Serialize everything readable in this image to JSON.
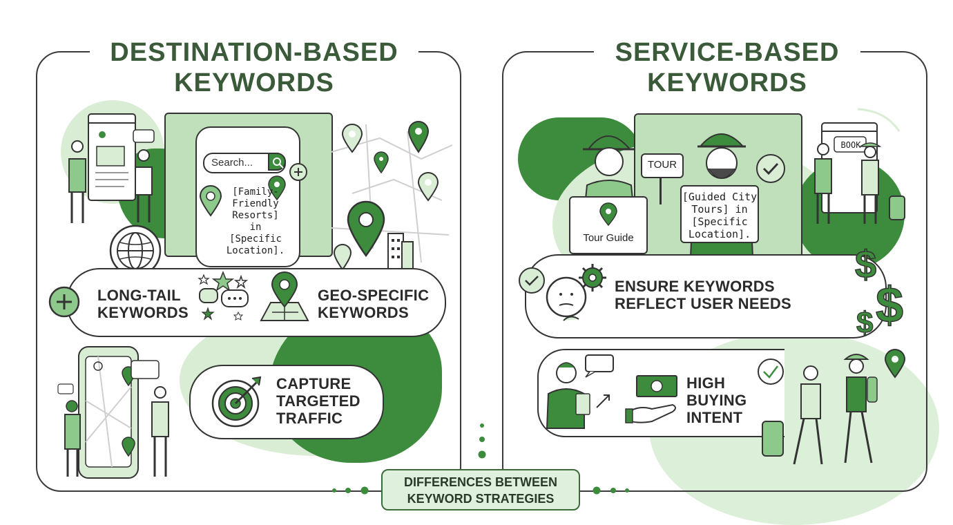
{
  "left_panel": {
    "title_line1": "DESTINATION-BASED",
    "title_line2": "KEYWORDS",
    "search_placeholder": "Search...",
    "phone_card_lines": [
      "[Family-",
      "Friendly",
      "Resorts]",
      "in [Specific",
      "Location]."
    ],
    "long_tail_line1": "LONG-TAIL",
    "long_tail_line2": "KEYWORDS",
    "geo_line1": "GEO-SPECIFIC",
    "geo_line2": "KEYWORDS",
    "capture_line1": "CAPTURE",
    "capture_line2": "TARGETED",
    "capture_line3": "TRAFFIC"
  },
  "right_panel": {
    "title_line1": "SERVICE-BASED",
    "title_line2": "KEYWORDS",
    "sign_tour": "TOUR",
    "sign_tour_guide": "Tour Guide",
    "sign_card_lines": [
      "[Guided City",
      "Tours] in",
      "[Specific",
      "Location]."
    ],
    "book_label": "BOOK",
    "ensure_line1": "ENSURE KEYWORDS",
    "ensure_line2": "REFLECT USER NEEDS",
    "high_line1": "HIGH",
    "high_line2": "BUYING",
    "high_line3": "INTENT"
  },
  "footer": {
    "line1": "DIFFERENCES BETWEEN",
    "line2": "KEYWORD STRATEGIES"
  },
  "colors": {
    "green_dark": "#3d8b3d",
    "green_mid": "#8cc98a",
    "green_light": "#d9edd5",
    "outline": "#333333"
  },
  "icons": [
    "globe-icon",
    "plus-icon",
    "star-icon",
    "chat-icon",
    "map-pin-icon",
    "map-icon",
    "target-icon",
    "gear-icon",
    "check-icon",
    "dollar-icon",
    "money-icon",
    "search-icon",
    "city-icon"
  ]
}
